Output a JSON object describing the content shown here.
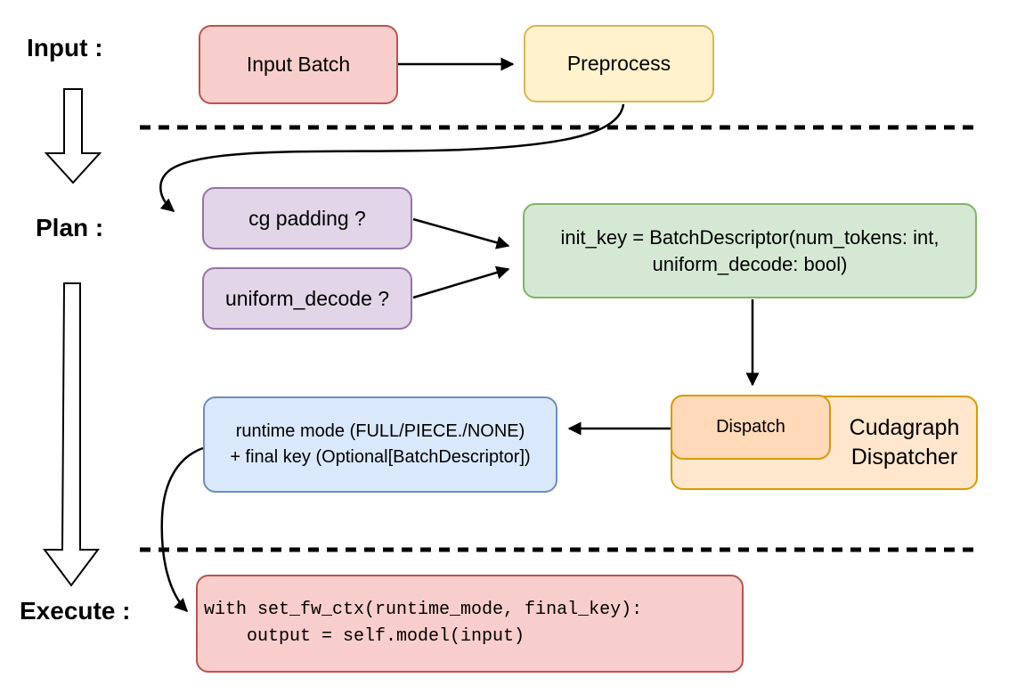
{
  "labels": {
    "input": "Input :",
    "plan": "Plan :",
    "execute": "Execute :"
  },
  "nodes": {
    "input_batch": {
      "label": "Input Batch",
      "fill": "#F8CECC",
      "stroke": "#B85450"
    },
    "preprocess": {
      "label": "Preprocess",
      "fill": "#FFF2CC",
      "stroke": "#D6B656"
    },
    "cg_padding": {
      "label": "cg padding ?",
      "fill": "#E1D5E7",
      "stroke": "#9673A6"
    },
    "uniform_decode": {
      "label": "uniform_decode ?",
      "fill": "#E1D5E7",
      "stroke": "#9673A6"
    },
    "init_key": {
      "lines": [
        "init_key = BatchDescriptor(num_tokens: int,",
        "uniform_decode: bool)"
      ],
      "fill": "#D5E8D4",
      "stroke": "#82B366"
    },
    "dispatch": {
      "label": "Dispatch",
      "fill": "#FFD9B8",
      "stroke": "#D79B00"
    },
    "cudagraph_dispatcher": {
      "lines": [
        "Cudagraph",
        "Dispatcher"
      ],
      "fill": "#FFE6CC",
      "stroke": "#D79B00"
    },
    "runtime_mode": {
      "lines": [
        "runtime mode (FULL/PIECE./NONE)",
        "+ final key (Optional[BatchDescriptor])"
      ],
      "fill": "#DAE8FC",
      "stroke": "#6C8EBF"
    },
    "execute_code": {
      "lines": [
        "with set_fw_ctx(runtime_mode, final_key):",
        "    output = self.model(input)"
      ],
      "fill": "#F8CECC",
      "stroke": "#B85450"
    }
  },
  "connector_color": "#000000"
}
